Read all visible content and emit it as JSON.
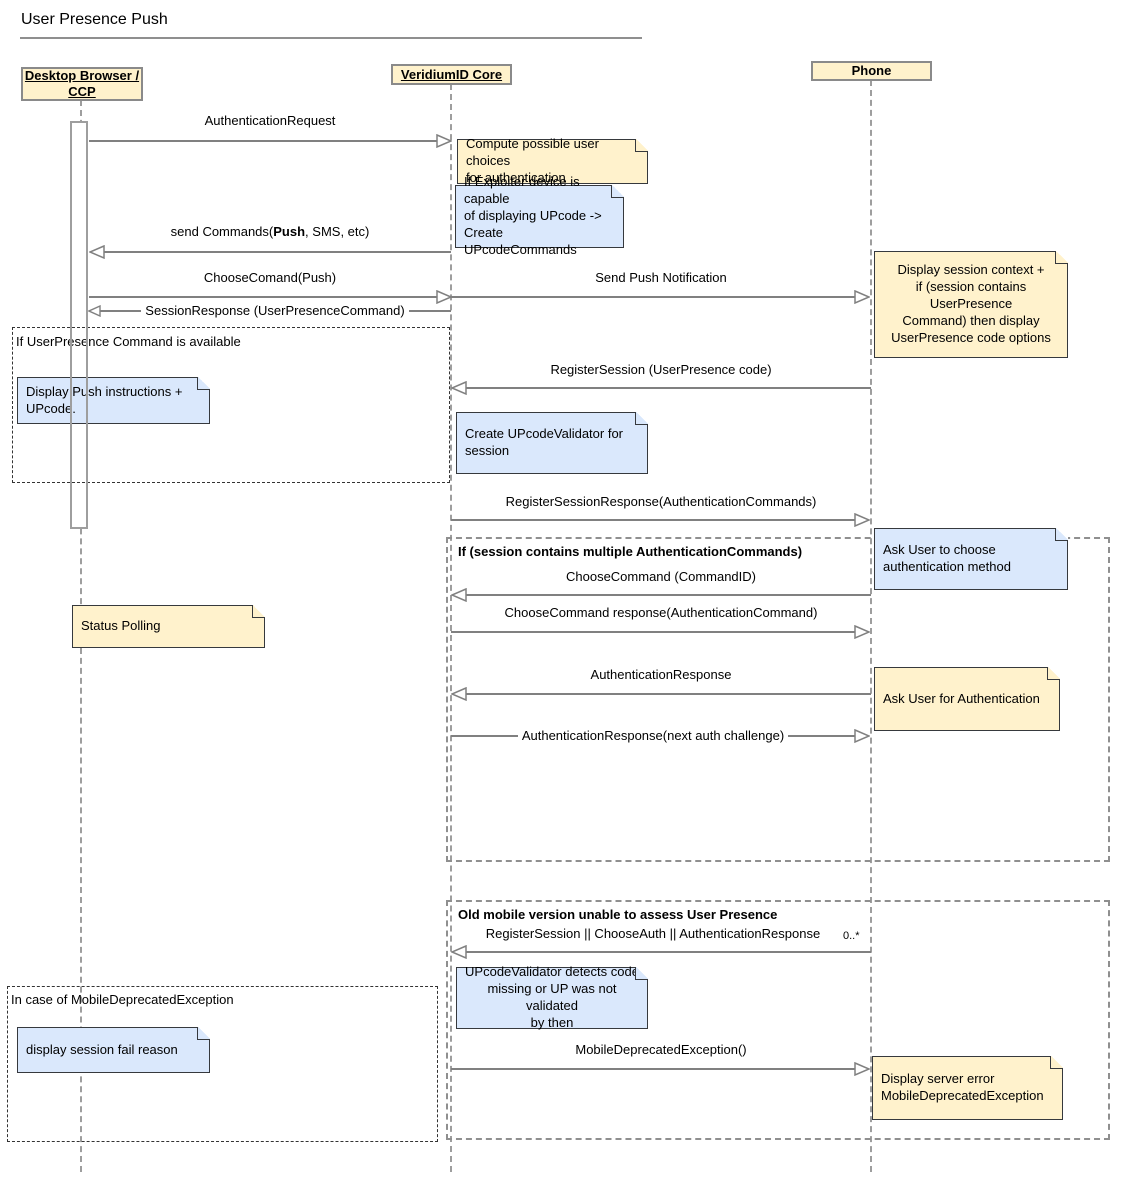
{
  "title": "User Presence Push",
  "lifelines": {
    "desktop": "Desktop Browser / CCP",
    "core": "VeridiumID Core",
    "phone": "Phone"
  },
  "fragments": {
    "up_available": "If UserPresence Command is available",
    "multiple_commands": "If (session contains multiple AuthenticationCommands)",
    "old_mobile": "Old mobile version unable to assess User Presence",
    "mobile_deprecated": "In case of MobileDeprecatedException"
  },
  "messages": {
    "authentication_request": "AuthenticationRequest",
    "send_commands": {
      "prefix": "send Commands(",
      "bold": "Push",
      "suffix": ", SMS, etc)"
    },
    "choose_comand_push": "ChooseComand(Push)",
    "send_push_notification": "Send Push Notification",
    "session_response": "SessionResponse (UserPresenceCommand)",
    "register_session": "RegisterSession (UserPresence code)",
    "register_session_response": "RegisterSessionResponse(AuthenticationCommands)",
    "choose_command": "ChooseCommand (CommandID)",
    "choose_command_response": "ChooseCommand response(AuthenticationCommand)",
    "authentication_response": "AuthenticationResponse",
    "authentication_response_next": "AuthenticationResponse(next auth challenge)",
    "register_or_choose_or_auth": "RegisterSession || ChooseAuth || AuthenticationResponse",
    "multiplicity": "0..*",
    "mobile_deprecated_exception": "MobileDeprecatedException()"
  },
  "notes": {
    "compute_choices": "Compute possible user choices\nfor authentication",
    "exploiter_upcode": "If Exploiter device is capable\nof displaying UPcode ->\nCreate UPcodeCommands",
    "display_session_context": "Display session context +\nif (session contains UserPresence\nCommand) then display\nUserPresence code options",
    "display_push_instructions": "Display Push instructions +\nUPcode.",
    "create_upcode_validator": "Create UPcodeValidator for\nsession",
    "ask_user_choose": "Ask User to choose\nauthentication method",
    "status_polling": "Status Polling",
    "ask_user_auth": "Ask User for Authentication",
    "upcode_validator_detects": "UPcodeValidator detects code\nmissing or UP was not validated\nby then",
    "display_session_fail": "display session fail reason",
    "display_server_error": "Display server error\nMobileDeprecatedException"
  },
  "colors": {
    "note_yellow": "#FFF2CC",
    "note_blue": "#DAE8FC",
    "line_gray": "#808080"
  }
}
